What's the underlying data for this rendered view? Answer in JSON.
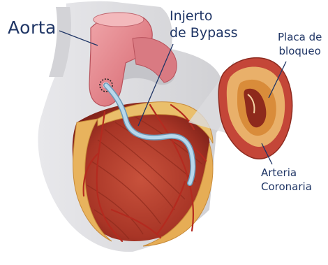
{
  "labels": {
    "aorta": "Aorta",
    "bypass_graft": [
      "Injerto",
      "de Bypass"
    ],
    "blockage_plaque": [
      "Placa de",
      "bloqueo"
    ],
    "coronary_artery": [
      "Arteria",
      "Coronaria"
    ]
  },
  "colors": {
    "label_text": "#1f3565",
    "aorta": "#e07f86",
    "graft": "#9ec6df",
    "muscle": "#b53a2a",
    "fat": "#e8b35d",
    "vessels": "#b42a1f",
    "plaque": "#e6a95a"
  }
}
